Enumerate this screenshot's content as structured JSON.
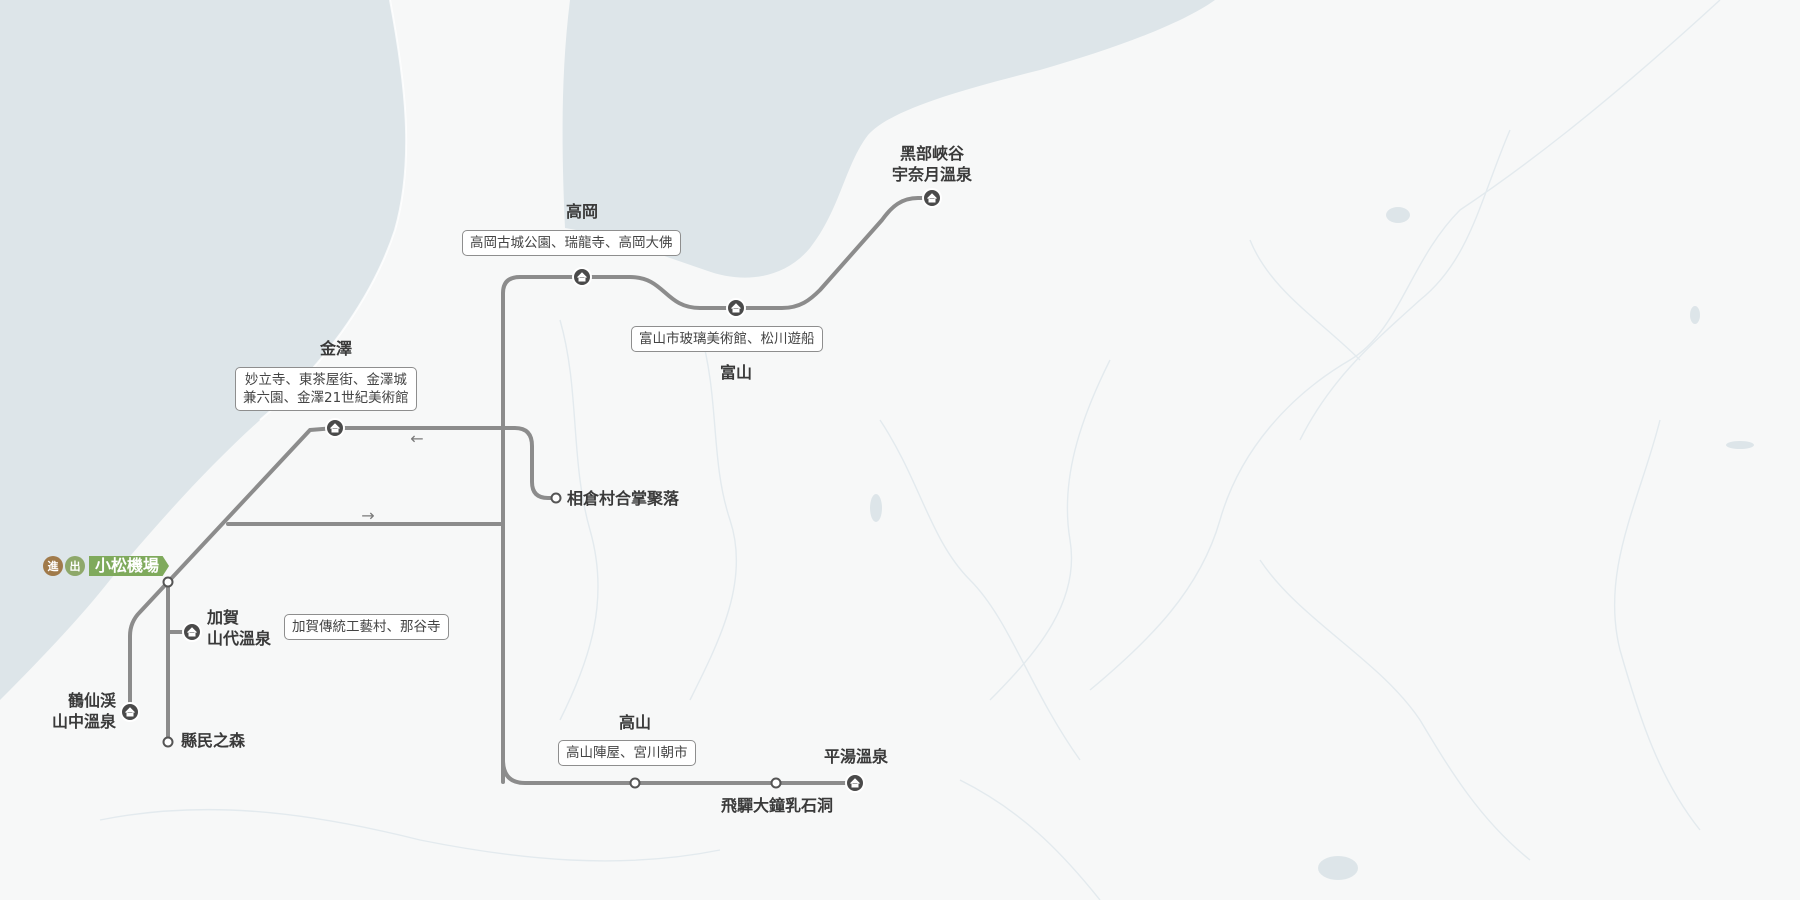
{
  "airport": {
    "enter": "進",
    "exit": "出",
    "name": "小松機場"
  },
  "stations": {
    "takaoka": "高岡",
    "toyama": "富山",
    "kurobe": "黑部峽谷\n宇奈月溫泉",
    "kanazawa": "金澤",
    "ainokura": "相倉村合掌聚落",
    "kaga": "加賀\n山代溫泉",
    "yamanaka": "鶴仙渓\n山中溫泉",
    "kenmin": "縣民之森",
    "takayama": "高山",
    "hirayu": "平湯溫泉",
    "hida": "飛驒大鐘乳石洞"
  },
  "attractions": {
    "takaoka": [
      "高岡古城公園、瑞龍寺、高岡大佛"
    ],
    "toyama": [
      "富山市玻璃美術館、松川遊船"
    ],
    "kanazawa": [
      "妙立寺、東茶屋街、金澤城",
      "兼六園、金澤21世紀美術館"
    ],
    "kaga": [
      "加賀傳統工藝村、那谷寺"
    ],
    "takayama": [
      "高山陣屋、宮川朝市"
    ]
  },
  "arrows": {
    "left": "←",
    "right": "→"
  },
  "colors": {
    "sea": "#dde5e9",
    "land": "#f7f8f8",
    "route": "#8c8c8c",
    "station": "#4a4a4a",
    "airport_tag": "#7faa5c",
    "enter_badge": "#a07a4a",
    "exit_badge": "#8ea86a",
    "label": "#3a3a3a"
  },
  "icons": {
    "hotel_station": "house-icon",
    "stop": "circle-stop"
  }
}
